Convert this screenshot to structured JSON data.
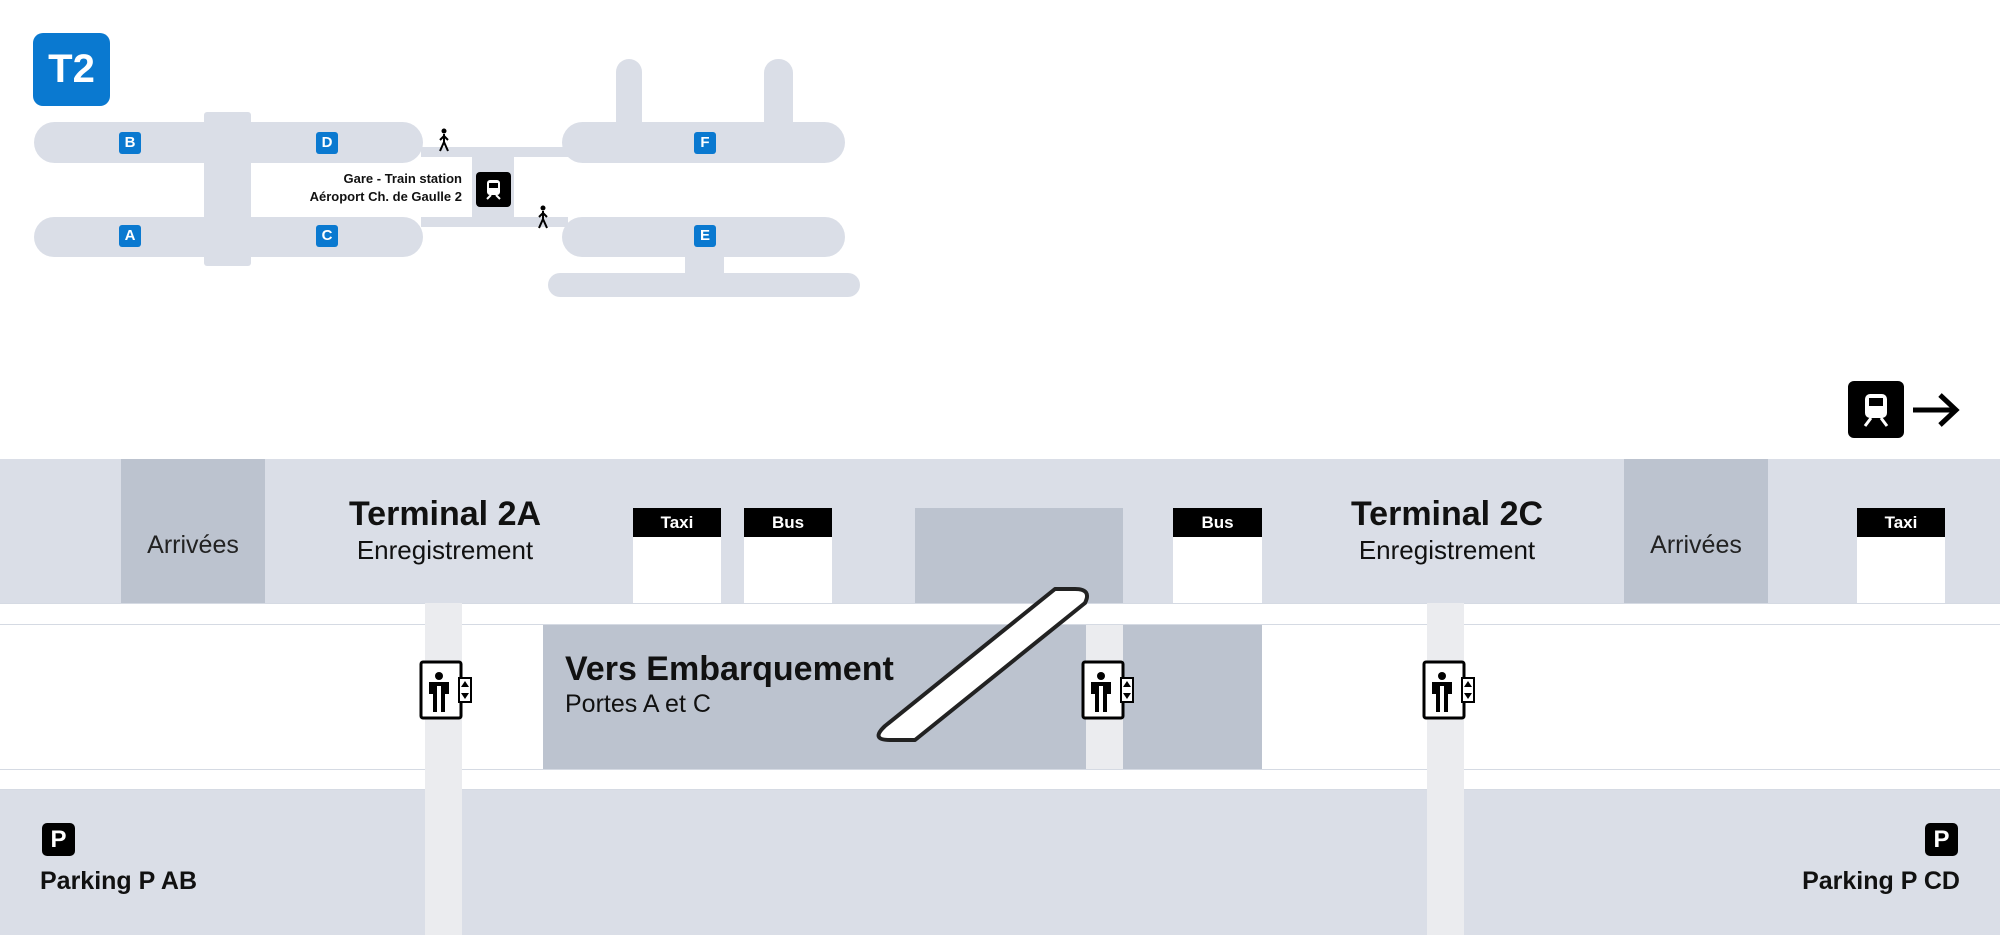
{
  "terminal_badge": "T2",
  "top_map": {
    "gates": [
      "B",
      "D",
      "F",
      "A",
      "C",
      "E"
    ],
    "station_line1": "Gare - Train station",
    "station_line2": "Aéroport Ch. de Gaulle 2",
    "icons": [
      "train-icon",
      "pedestrian-icon"
    ]
  },
  "section": {
    "arrivals_left": "Arrivées",
    "arrivals_right": "Arrivées",
    "terminal_a": {
      "title": "Terminal 2A",
      "subtitle": "Enregistrement"
    },
    "terminal_c": {
      "title": "Terminal 2C",
      "subtitle": "Enregistrement"
    },
    "transport": [
      "Taxi",
      "Bus",
      "Bus",
      "Taxi"
    ],
    "boarding": {
      "title": "Vers Embarquement",
      "subtitle": "Portes A et C"
    },
    "parking_left": "Parking P AB",
    "parking_right": "Parking P CD",
    "parking_icon": "P"
  },
  "colors": {
    "brand_blue": "#0a79d0",
    "floor": "#dadee7",
    "zone": "#bcc3cf"
  }
}
